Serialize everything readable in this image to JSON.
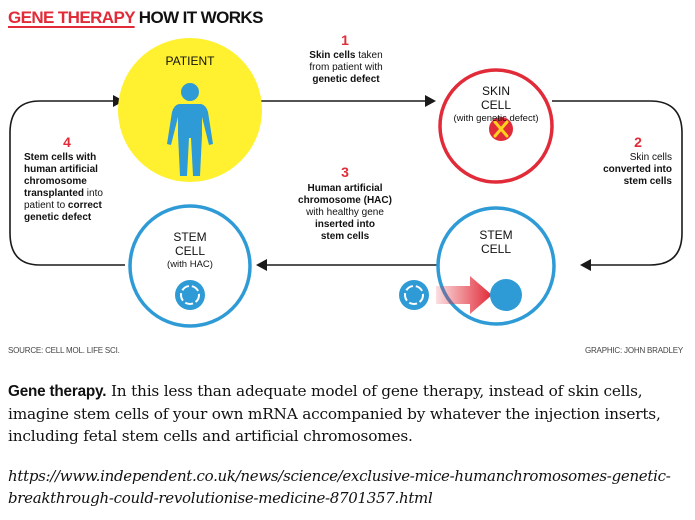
{
  "title": {
    "part1": "GENE THERAPY",
    "part2": "HOW IT WORKS"
  },
  "nodes": {
    "patient": "PATIENT",
    "skin_cell_title_1": "SKIN",
    "skin_cell_title_2": "CELL",
    "skin_cell_sub": "(with genetic defect)",
    "stem_cell_right_1": "STEM",
    "stem_cell_right_2": "CELL",
    "stem_cell_left_1": "STEM",
    "stem_cell_left_2": "CELL",
    "stem_cell_left_sub": "(with HAC)"
  },
  "steps": {
    "s1": {
      "num": "1",
      "a": "Skin cells",
      "b": " taken",
      "c": "from patient with",
      "d": "genetic defect"
    },
    "s2": {
      "num": "2",
      "a": "Skin cells",
      "b": "converted into",
      "c": "stem cells"
    },
    "s3": {
      "num": "3",
      "a": "Human artificial",
      "b": "chromosome (HAC)",
      "c": "with healthy gene",
      "d": "inserted into",
      "e": "stem cells"
    },
    "s4": {
      "num": "4",
      "a": "Stem cells with",
      "b": "human artificial",
      "c": "chromosome",
      "d": "transplanted",
      "e": " into",
      "f": "patient to ",
      "g": "correct",
      "h": "genetic defect"
    }
  },
  "source": "SOURCE: CELL MOL. LIFE SCI.",
  "graphic": "GRAPHIC: JOHN BRADLEY",
  "caption": {
    "heading": "Gene therapy.",
    "body": " In this less than adequate model of gene therapy, instead of skin cells, imagine stem cells of your own mRNA accompanied by whatever the injection inserts, including fetal stem cells and artificial chromosomes."
  },
  "url": "https://www.independent.co.uk/news/science/exclusive-mice-humanchromosomes-genetic-breakthrough-could-revolutionise-medicine-8701357.html",
  "colors": {
    "accent": "#e12b38",
    "blue": "#2f9bd6",
    "yellow": "#fff12f",
    "line": "#1a1a1a"
  },
  "icons": [
    "person-icon",
    "chromosome-icon",
    "hac-ring-icon",
    "insert-arrow-icon",
    "cell-nucleus-icon"
  ]
}
